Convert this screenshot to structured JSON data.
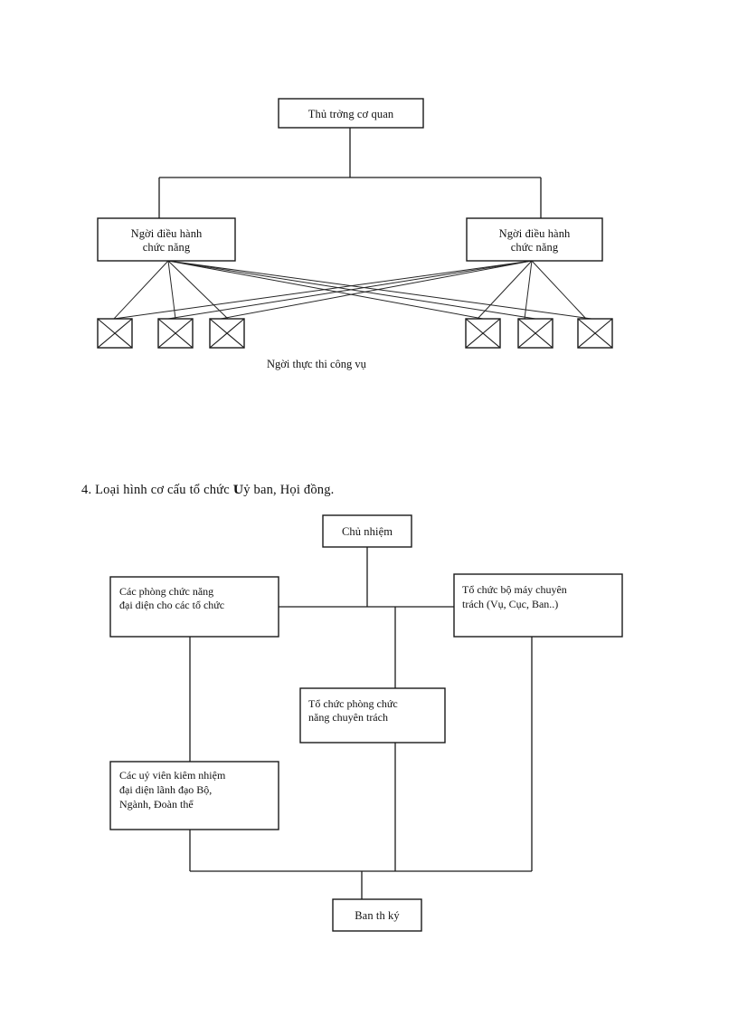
{
  "document": {
    "page_background": "#ffffff",
    "ink_color": "#1a1a1a"
  },
  "diagram1": {
    "name": "functional-structure-diagram",
    "top_node": {
      "label": "Thủ trởng    cơ quan"
    },
    "managers": [
      {
        "id": "manager-left",
        "line1": "Ngời   điều hành",
        "line2": "chức năng"
      },
      {
        "id": "manager-right",
        "line1": "Ngời   điều hành",
        "line2": "chức năng"
      }
    ],
    "executors": [
      {
        "id": "executor-1"
      },
      {
        "id": "executor-2"
      },
      {
        "id": "executor-3"
      },
      {
        "id": "executor-4"
      },
      {
        "id": "executor-5"
      },
      {
        "id": "executor-6"
      }
    ],
    "caption": "Ngời   thực thi công vụ"
  },
  "section_heading": {
    "number": "4.",
    "text_before_u": "4. Loại hình cơ cấu tổ chức ",
    "u_glyph": "U",
    "text_after_u": "ỷ ban, Họi đồng."
  },
  "diagram2": {
    "name": "committee-structure-diagram",
    "chairman": {
      "label": "Chủ nhiệm"
    },
    "left_top": {
      "line1": "Các phòng chức năng",
      "line2": "đại diện cho các tổ chức"
    },
    "right_top": {
      "line1": "Tổ chức bộ máy chuyên",
      "line2": "trách (Vụ, Cục, Ban..)"
    },
    "center_mid": {
      "line1": "Tổ chức phòng chức",
      "line2": "năng chuyên trách"
    },
    "left_bottom": {
      "line1": "Các uỷ viên kiêm nhiệm",
      "line2": "đại diện lãnh đạo Bộ,",
      "line3": "Ngành, Đoàn thể"
    },
    "bottom": {
      "label": "Ban th   ký"
    }
  }
}
